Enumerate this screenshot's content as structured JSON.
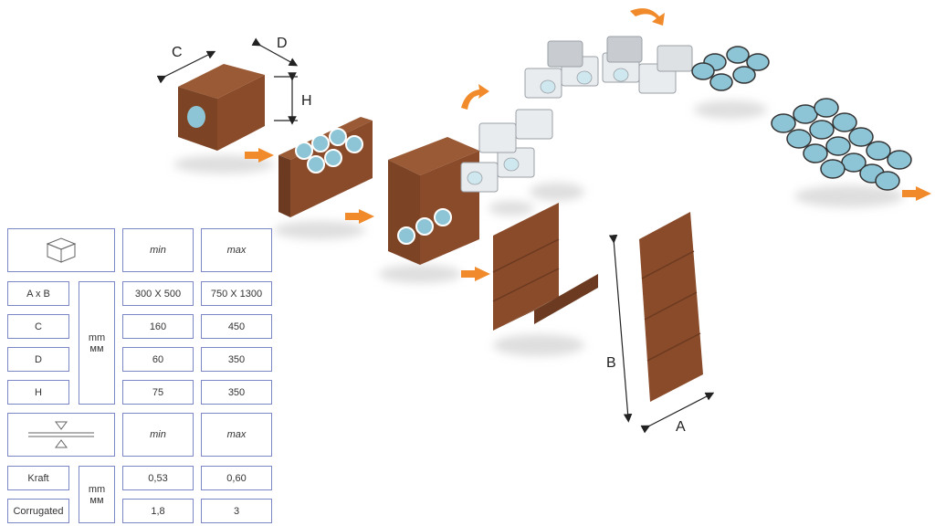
{
  "dimension_labels": {
    "c": "C",
    "d": "D",
    "h": "H",
    "a": "A",
    "b": "B"
  },
  "box_table": {
    "header": {
      "min": "min",
      "max": "max"
    },
    "unit": "mm\nмм",
    "rows": [
      {
        "label": "A x B",
        "min": "300 X 500",
        "max": "750 X 1300"
      },
      {
        "label": "C",
        "min": "160",
        "max": "450"
      },
      {
        "label": "D",
        "min": "60",
        "max": "350"
      },
      {
        "label": "H",
        "min": "75",
        "max": "350"
      }
    ]
  },
  "material_table": {
    "header": {
      "min": "min",
      "max": "max"
    },
    "unit": "mm\nмм",
    "rows": [
      {
        "label": "Kraft",
        "min": "0,53",
        "max": "0,60"
      },
      {
        "label": "Corrugated",
        "min": "1,8",
        "max": "3"
      }
    ]
  },
  "colors": {
    "cardboard": "#8a4b2a",
    "cardboard_dark": "#6b3a20",
    "cup": "#8ec5d6",
    "arrow": "#f08a2a",
    "table_border": "#7b86c6"
  },
  "icons": [
    "box-icon",
    "thickness-icon",
    "flow-arrow-icon",
    "turn-arrow-icon"
  ]
}
